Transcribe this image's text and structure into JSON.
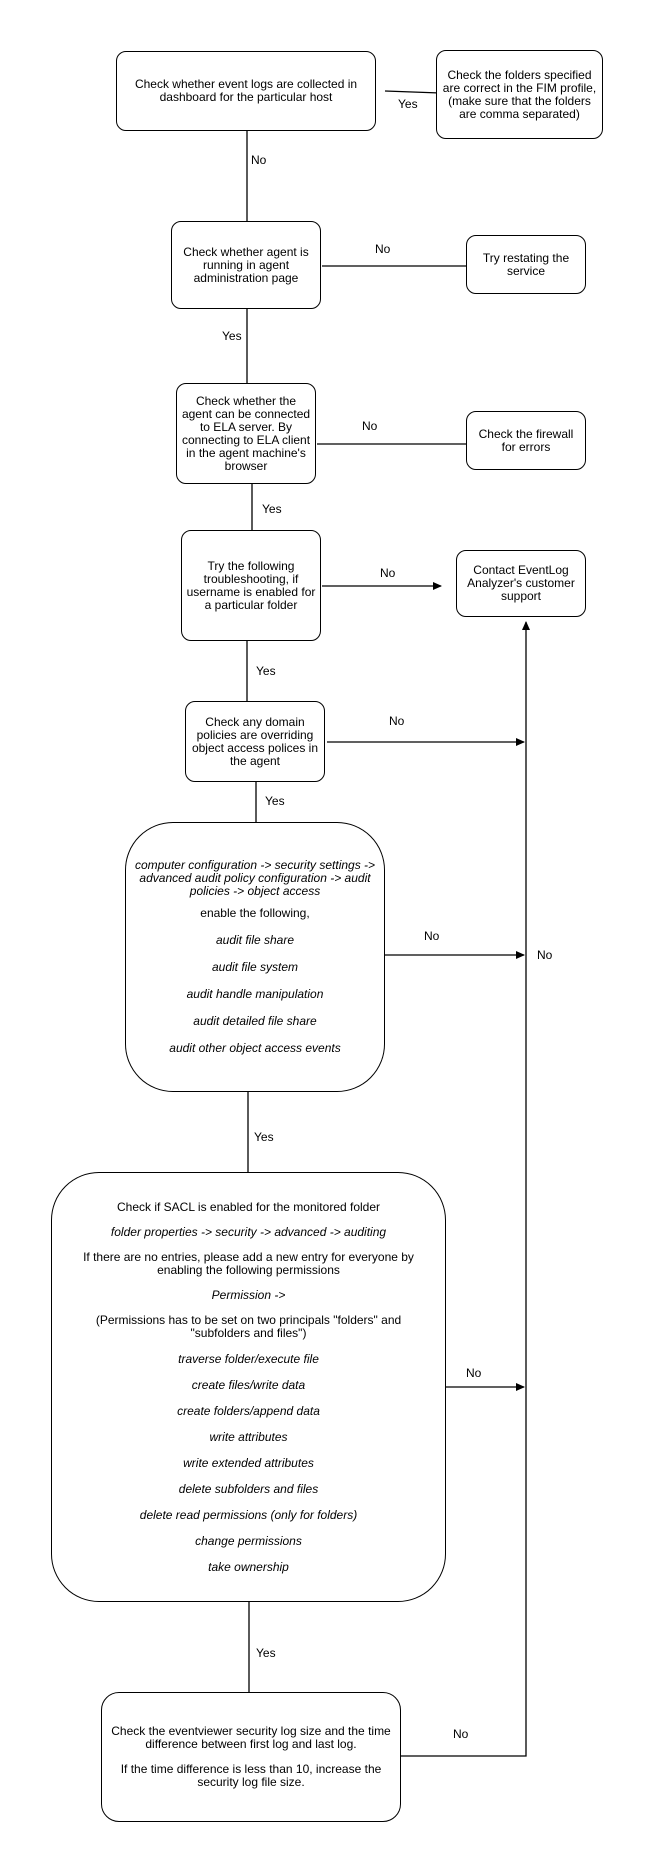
{
  "nodes": {
    "event_logs": "Check whether event logs are collected in dashboard for the particular host",
    "fim_folders": "Check the folders specified are correct in the FIM profile, (make sure that the folders are comma separated)",
    "agent_running": "Check whether agent is running in agent administration page",
    "restart_service": "Try restating the service",
    "agent_connect": "Check whether the agent can be connected to ELA server. By connecting to ELA client in the agent machine's browser",
    "firewall": "Check the firewall for errors",
    "troubleshoot": "Try the following troubleshooting, if username is enabled for a particular folder",
    "support": "Contact EventLog Analyzer's customer support",
    "domain_policies": "Check any domain policies are overriding object access polices in the agent",
    "audit_policy": {
      "path": "computer configuration -> security settings -> advanced audit policy configuration -> audit policies -> object access",
      "intro": "enable the following,",
      "items": [
        "audit file share",
        "audit file system",
        "audit handle manipulation",
        "audit detailed file share",
        "audit other object access events"
      ]
    },
    "sacl": {
      "title": "Check if SACL is enabled for the monitored folder",
      "path": "folder properties -> security -> advanced -> auditing",
      "instruction": "If there are no entries, please add a new entry for everyone by enabling the following permissions",
      "permission": "Permission ->",
      "note": "(Permissions has to be set on two principals \"folders\" and \"subfolders and files\")",
      "items": [
        "traverse folder/execute file",
        "create files/write data",
        "create folders/append data",
        "write attributes",
        "write extended attributes",
        "delete subfolders and files",
        "delete read permissions (only for folders)",
        "change permissions",
        "take ownership"
      ]
    },
    "eventviewer": {
      "line1": "Check the eventviewer security log size and the time difference between first log and last log.",
      "line2": "If the time difference is less than 10, increase the security log file size."
    }
  },
  "edge_labels": {
    "yes": "Yes",
    "no": "No"
  }
}
